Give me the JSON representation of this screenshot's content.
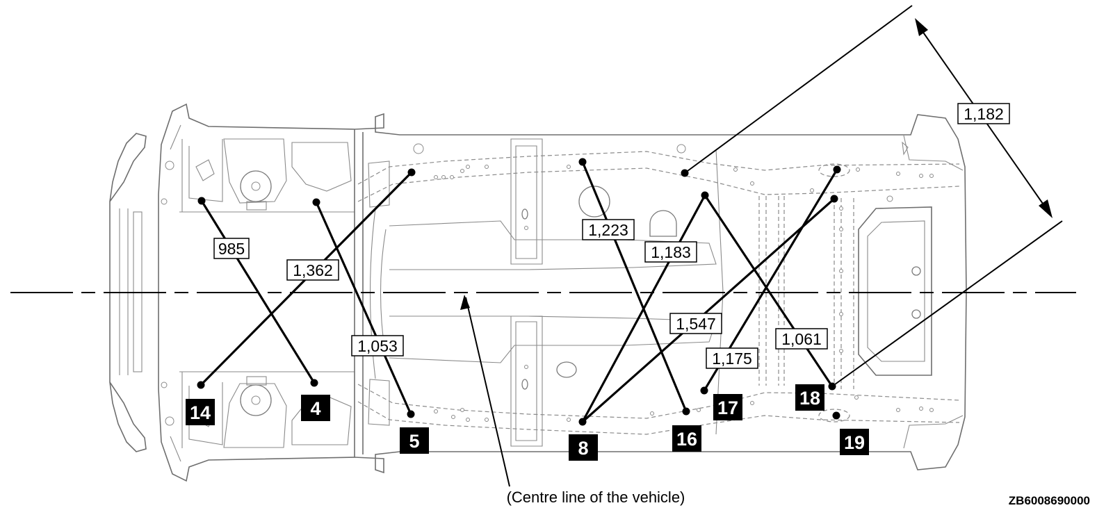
{
  "diagram": {
    "caption": "(Centre line of the vehicle)",
    "code": "ZB6008690000",
    "measurements": [
      {
        "id": "m985",
        "label": "985"
      },
      {
        "id": "m1362",
        "label": "1,362"
      },
      {
        "id": "m1053",
        "label": "1,053"
      },
      {
        "id": "m1223",
        "label": "1,223"
      },
      {
        "id": "m1183",
        "label": "1,183"
      },
      {
        "id": "m1547",
        "label": "1,547"
      },
      {
        "id": "m1175",
        "label": "1,175"
      },
      {
        "id": "m1061",
        "label": "1,061"
      },
      {
        "id": "m1182",
        "label": "1,182"
      }
    ],
    "points": [
      {
        "id": "p14",
        "label": "14"
      },
      {
        "id": "p4",
        "label": "4"
      },
      {
        "id": "p5",
        "label": "5"
      },
      {
        "id": "p8",
        "label": "8"
      },
      {
        "id": "p16",
        "label": "16"
      },
      {
        "id": "p17",
        "label": "17"
      },
      {
        "id": "p18",
        "label": "18"
      },
      {
        "id": "p19",
        "label": "19"
      }
    ]
  }
}
